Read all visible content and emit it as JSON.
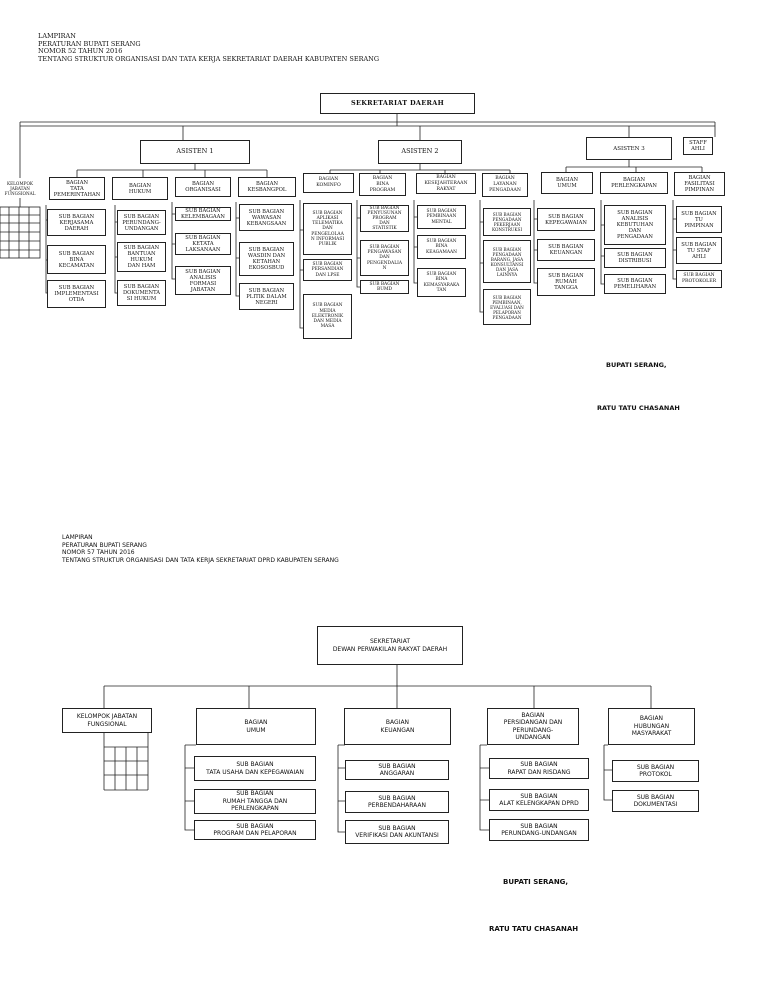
{
  "header1": {
    "line1": "LAMPIRAN",
    "line2": "PERATURAN BUPATI SERANG",
    "line3": "NOMOR  52 TAHUN 2016",
    "line4": "TENTANG STRUKTUR ORGANISASI DAN TATA KERJA SEKRETARIAT DAERAH KABUPATEN SERANG"
  },
  "chart1": {
    "top": "SEKRETARIAT DAERAH",
    "kelompok": "KELOMPOK JABATAN FUNGSIONAL",
    "asisten1": "ASISTEN 1",
    "asisten2": "ASISTEN 2",
    "asisten3": "ASISTEN 3",
    "staff_ahli": "STAFF\nAHLI",
    "a1": [
      {
        "bagian": "BAGIAN\nTATA\nPEMERINTAHAN",
        "subs": [
          "SUB BAGIAN\nKERJASAMA\nDAERAH",
          "SUB BAGIAN\nBINA\nKECAMATAN",
          "SUB BAGIAN\nIMPLEMENTASI\nOTDA"
        ]
      },
      {
        "bagian": "BAGIAN\nHUKUM",
        "subs": [
          "SUB BAGIAN\nPERUNDANG-\nUNDANGAN",
          "SUB BAGIAN\nBANTUAN\nHUKUM\nDAN HAM",
          "SUB BAGIAN\nDOKUMENTA\nSI HUKUM"
        ]
      },
      {
        "bagian": "BAGIAN\nORGANISASI",
        "subs": [
          "SUB BAGIAN\nKELEMBAGAAN",
          "SUB BAGIAN\nKETATA\nLAKSANAAN",
          "SUB BAGIAN\nANALISIS\nFORMASI\nJABATAN"
        ]
      },
      {
        "bagian": "BAGIAN\nKESBANGPOL",
        "subs": [
          "SUB BAGIAN\nWAWASAN\nKEBANGSAAN",
          "SUB BAGIAN\nWASDIN DAN\nKETAHAN\nEKOSOSBUD",
          "SUB BAGIAN\nPLITIK DALAM\nNEGERI"
        ]
      }
    ],
    "a2": [
      {
        "bagian": "BAGIAN\nKOMINFO",
        "subs": [
          "SUB BAGIAN\nAPLIKASI\nTELEMATIKA\nDAN\nPENGELOLAA\nN INFORMASI\nPUBLIK",
          "SUB BAGIAN\nPERSANDIAN\nDAN LPSE",
          "SUB BAGIAN\nMEDIA\nELEKTRONIK\nDAN MEDIA\nMASA"
        ]
      },
      {
        "bagian": "BAGIAN\nBINA\nPROGRAM",
        "subs": [
          "SUB BAGIAN\nPENYUSUNAN\nPROGRAM\nDAN\nSTATISTIK",
          "SUB BAGIAN\nPENGAWASAN\nDAN\nPENGENDALIA\nN",
          "SUB BAGIAN\nBUMD"
        ]
      },
      {
        "bagian": "BAGIAN\nKESEJAHTERAAN\nRAKYAT",
        "subs": [
          "SUB BAGIAN\nPEMBINAAN\nMENTAL",
          "SUB BAGIAN\nBINA\nKEAGAMAAN",
          "SUB BAGIAN\nBINA\nKEMASYARAKA\nTAN"
        ]
      },
      {
        "bagian": "BAGIAN\nLAYANAN\nPENGADAAN",
        "subs": [
          "SUB BAGIAN\nPENGADAAN\nPEKERJAAN\nKONSTRUKSI",
          "SUB BAGIAN\nPENGADAAN\nBARANG, JASA\nKONSULTANSI\nDAN JASA\nLAINNYA",
          "SUB BAGIAN\nPEMBINAAN,\nEVALUASI DAN\nPELAPORAN\nPENGADAAN"
        ]
      }
    ],
    "a3": [
      {
        "bagian": "BAGIAN\nUMUM",
        "subs": [
          "SUB BAGIAN\nKEPEGAWAIAN",
          "SUB BAGIAN\nKEUANGAN",
          "SUB BAGIAN\nRUMAH\nTANGGA"
        ]
      },
      {
        "bagian": "BAGIAN\nPERLENGKAPAN",
        "subs": [
          "SUB BAGIAN\nANALISIS\nKEBUTUHAN\nDAN\nPENGADAAN",
          "SUB BAGIAN\nDISTRIBUSI",
          "SUB BAGIAN\nPEMELIHARAN"
        ]
      },
      {
        "bagian": "BAGIAN\nFASILITASI\nPIMPINAN",
        "subs": [
          "SUB BAGIAN\nTU\nPIMPINAN",
          "SUB BAGIAN\nTU STAF\nAHLI",
          "SUB BAGIAN\nPROTOKOLER"
        ]
      }
    ],
    "sign_title": "BUPATI SERANG,",
    "sign_name": "RATU TATU CHASANAH"
  },
  "header2": {
    "line1": "LAMPIRAN",
    "line2": "PERATURAN BUPATI SERANG",
    "line3": "NOMOR 57 TAHUN 2016",
    "line4": "TENTANG STRUKTUR ORGANISASI DAN TATA KERJA SEKRETARIAT DPRD KABUPATEN SERANG"
  },
  "chart2": {
    "top": "SEKRETARIAT\nDEWAN PERWAKILAN RAKYAT DAERAH",
    "kelompok": "KELOMPOK JABATAN\nFUNGSIONAL",
    "bagian": [
      {
        "title": "BAGIAN\nUMUM",
        "subs": [
          "SUB BAGIAN\nTATA USAHA DAN KEPEGAWAIAN",
          "SUB BAGIAN\nRUMAH TANGGA DAN\nPERLENGKAPAN",
          "SUB BAGIAN\nPROGRAM DAN PELAPORAN"
        ]
      },
      {
        "title": "BAGIAN\nKEUANGAN",
        "subs": [
          "SUB BAGIAN\nANGGARAN",
          "SUB BAGIAN\nPERBENDAHARAAN",
          "SUB BAGIAN\nVERIFIKASI DAN AKUNTANSI"
        ]
      },
      {
        "title": "BAGIAN\nPERSIDANGAN DAN\nPERUNDANG-\nUNDANGAN",
        "subs": [
          "SUB BAGIAN\nRAPAT DAN RISDANG",
          "SUB BAGIAN\nALAT KELENGKAPAN DPRD",
          "SUB BAGIAN\nPERUNDANG-UNDANGAN"
        ]
      },
      {
        "title": "BAGIAN\nHUBUNGAN\nMASYARAKAT",
        "subs": [
          "SUB BAGIAN\nPROTOKOL",
          "SUB BAGIAN\nDOKUMENTASI"
        ]
      }
    ],
    "sign_title": "BUPATI SERANG,",
    "sign_name": "RATU TATU CHASANAH"
  }
}
